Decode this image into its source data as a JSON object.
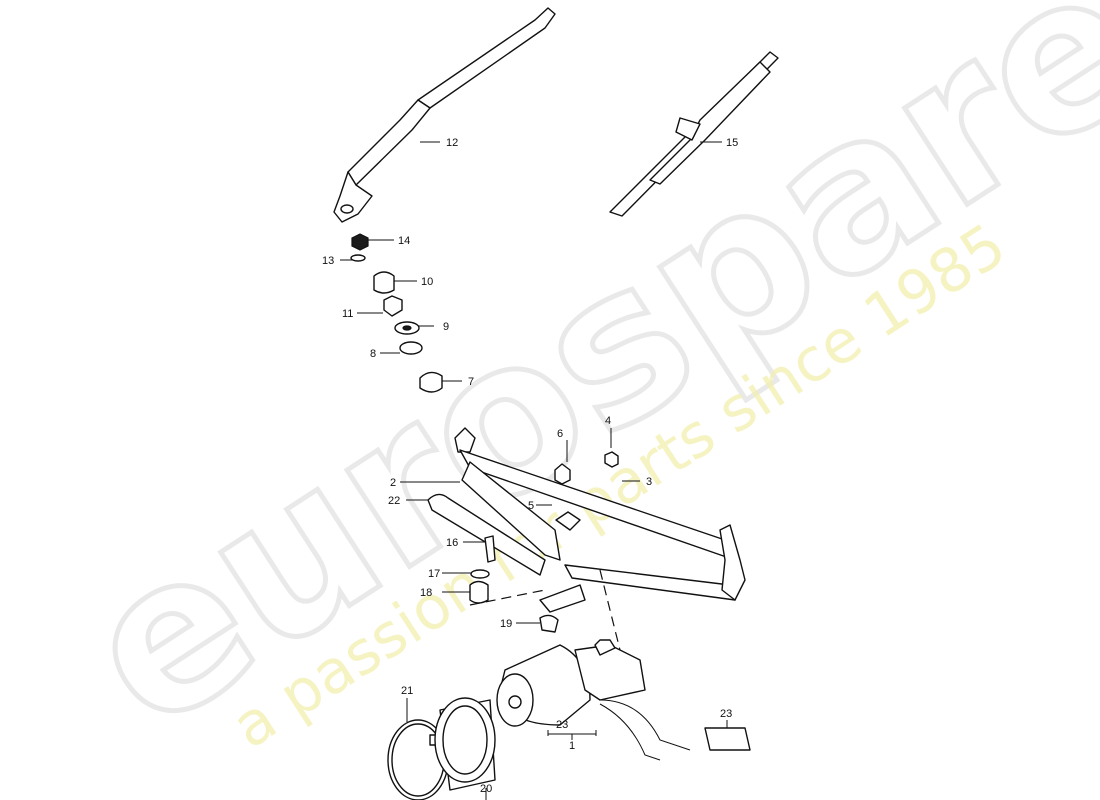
{
  "watermark": {
    "brand": "eurospares",
    "tagline": "a passion for parts since 1985",
    "brand_color": "#e9e9e9",
    "tagline_color": "#f3f0b0"
  },
  "callouts": [
    "1",
    "2",
    "3",
    "4",
    "5",
    "6",
    "7",
    "8",
    "9",
    "10",
    "11",
    "12",
    "13",
    "14",
    "15",
    "16",
    "17",
    "18",
    "19",
    "20",
    "21",
    "22",
    "23",
    "23"
  ]
}
